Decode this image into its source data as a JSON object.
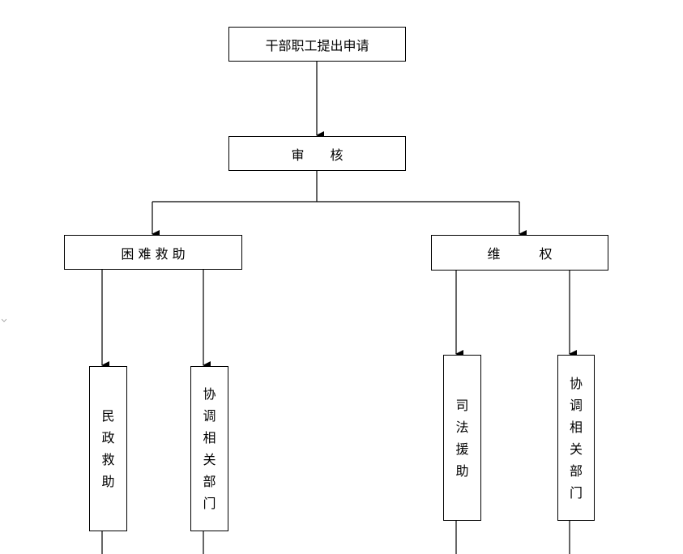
{
  "nodes": {
    "apply": "干部职工提出申请",
    "review": "审　　核",
    "hardship_aid": "困 难 救 助",
    "rights": "维　　　权",
    "civil_aid": "民政救助",
    "coordinate_left": "协调相关部门",
    "legal_aid": "司法援助",
    "coordinate_right": "协调相关部门"
  },
  "colors": {
    "line": "#000000",
    "background": "#ffffff"
  }
}
